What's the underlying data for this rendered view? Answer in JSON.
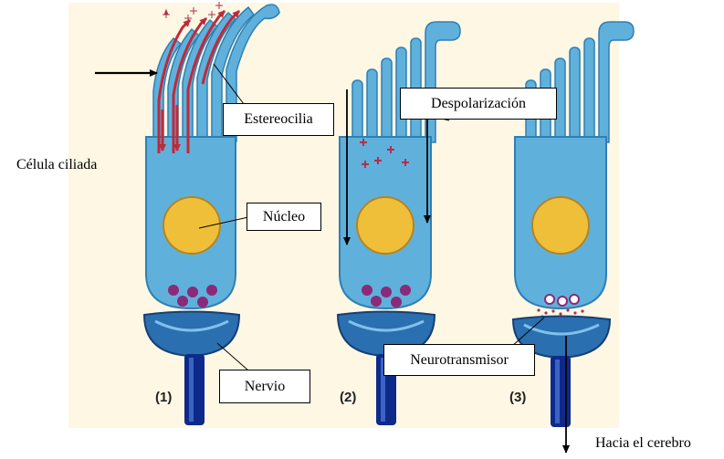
{
  "colors": {
    "background": "#fdf7e4",
    "cell": "#5fb1dc",
    "cell_edge": "#2f7fb3",
    "nucleus": "#f0bf3a",
    "vesicle": "#8a2a78",
    "nerve": "#2a6fb0",
    "axon": "#0d2a8a",
    "flow": "#c0293a",
    "ion": "#b1304c"
  },
  "labels": {
    "celula": "Célula ciliada",
    "estereocilia": "Estereocilia",
    "nucleo": "Núcleo",
    "nervio": "Nervio",
    "despolarizacion": "Despolarización",
    "neurotransmisor": "Neurotransmisor",
    "cerebro": "Hacia el cerebro"
  },
  "stages": [
    {
      "number": "(1)"
    },
    {
      "number": "(2)"
    },
    {
      "number": "(3)"
    }
  ]
}
